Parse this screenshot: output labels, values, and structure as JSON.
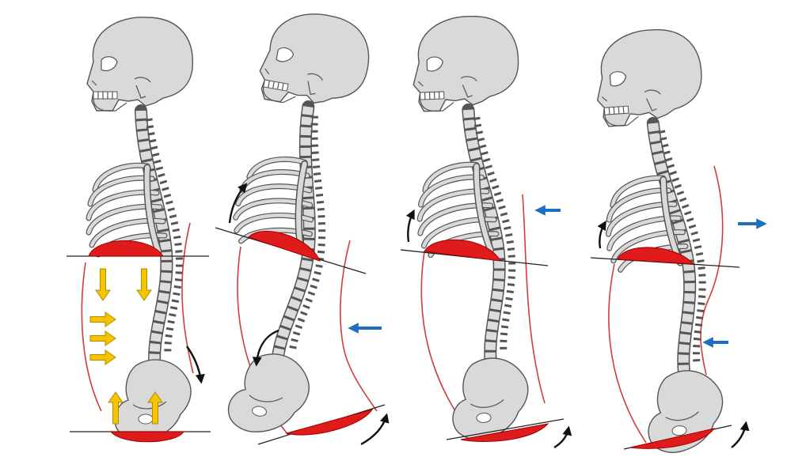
{
  "colors": {
    "background": "#ffffff",
    "bone_fill": "#d9d9d9",
    "bone_stroke": "#555555",
    "diaphragm_red": "#e01b1b",
    "body_outline_red": "#d23c3c",
    "pressure_arrow_yellow": "#f5c400",
    "posture_arrow_blue": "#1f6fc0",
    "rotation_arrow_black": "#111111"
  },
  "figures": [
    {
      "name": "skeleton-1",
      "diaphragm_alignment": "parallel",
      "pressure_arrows": 7
    },
    {
      "name": "skeleton-2",
      "diaphragm_alignment": "tilted",
      "posture_arrow": "lumbar-in"
    },
    {
      "name": "skeleton-3",
      "diaphragm_alignment": "tilted",
      "posture_arrow": "thoracic-in"
    },
    {
      "name": "skeleton-4",
      "diaphragm_alignment": "tilted",
      "posture_arrow": "thoracic-out"
    }
  ]
}
